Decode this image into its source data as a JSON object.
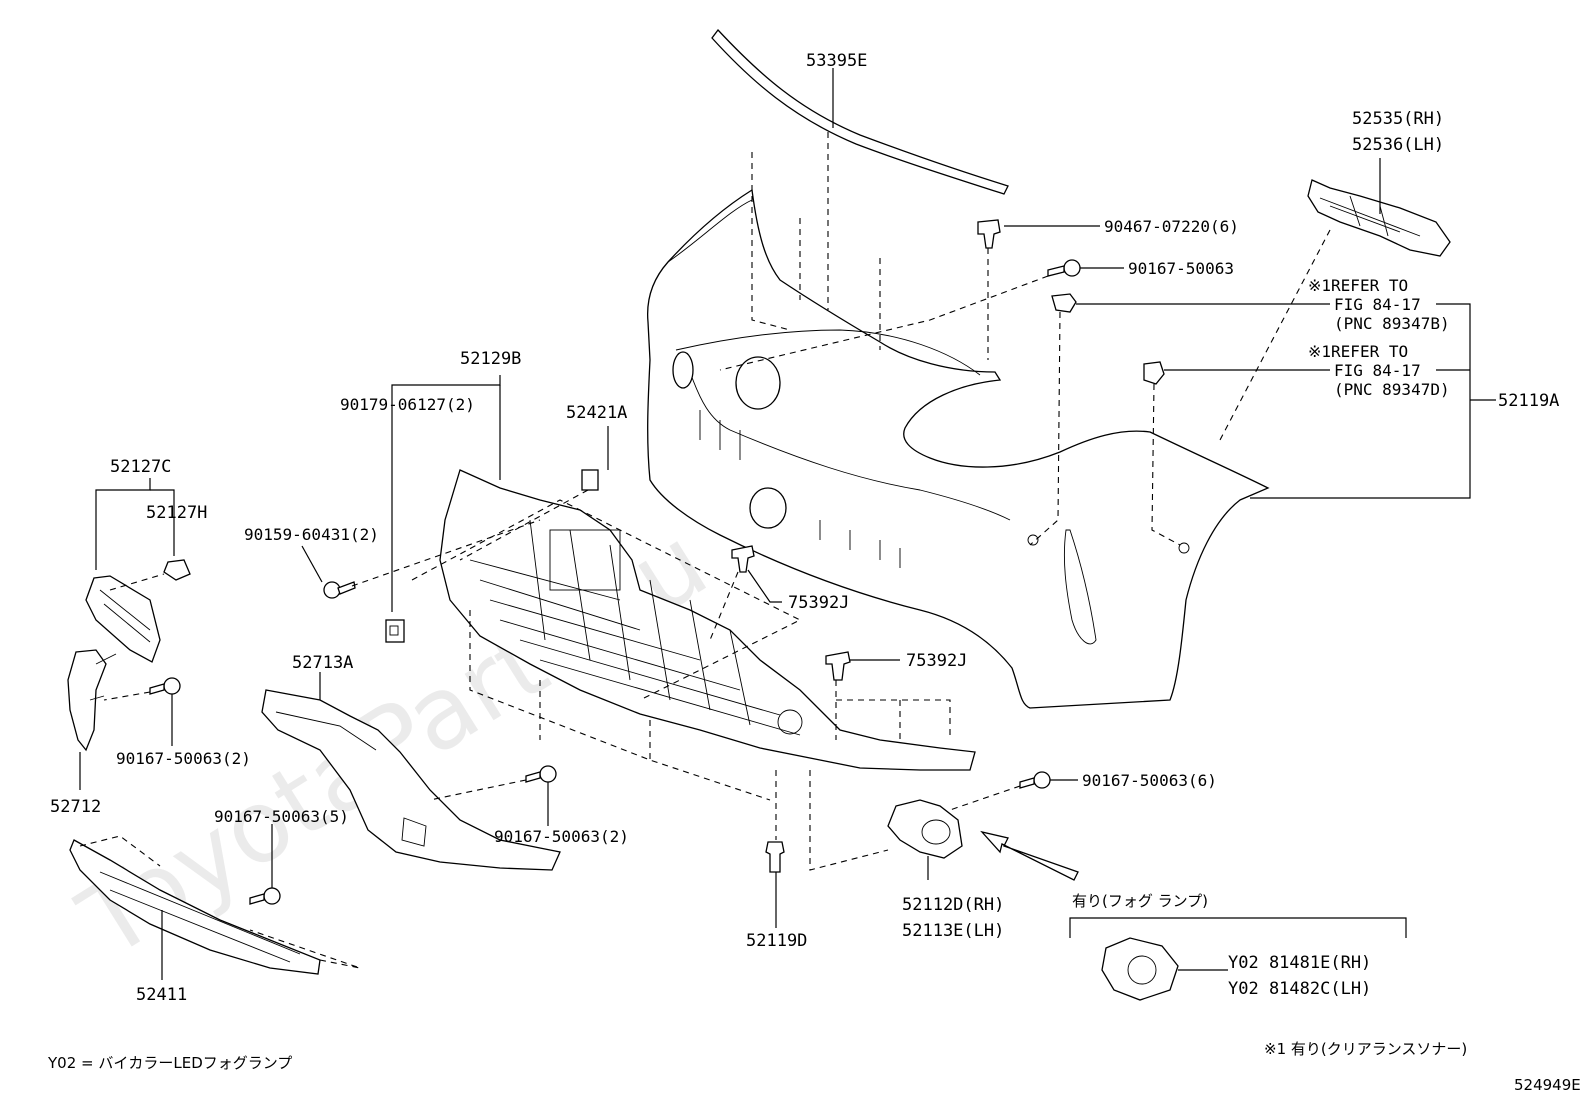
{
  "watermark": "ToyotaParts.ru",
  "labels": {
    "p53395E": "53395E",
    "p52535": "52535(RH)",
    "p52536": "52536(LH)",
    "p90467": "90467-07220(6)",
    "p90167_top": "90167-50063",
    "ref1_a": "※1REFER TO",
    "ref1_b": "FIG 84-17",
    "ref1_c": "(PNC 89347B)",
    "ref2_a": "※1REFER TO",
    "ref2_b": "FIG 84-17",
    "ref2_c": "(PNC 89347D)",
    "p52119A": "52119A",
    "p52129B": "52129B",
    "p90179": "90179-06127(2)",
    "p52421A": "52421A",
    "p52127C": "52127C",
    "p52127H": "52127H",
    "p90159": "90159-60431(2)",
    "p75392J_a": "75392J",
    "p75392J_b": "75392J",
    "p52713A": "52713A",
    "p90167_2a": "90167-50063(2)",
    "p52712": "52712",
    "p90167_5": "90167-50063(5)",
    "p90167_2b": "90167-50063(2)",
    "p90167_6": "90167-50063(6)",
    "p52411": "52411",
    "p52119D": "52119D",
    "p52112D": "52112D(RH)",
    "p52113E": "52113E(LH)",
    "fog_note": "有り(フォグ ランプ)",
    "y02_a": "Y02 81481E(RH)",
    "y02_b": "Y02 81482C(LH)",
    "legend_y02": "Y02 = バイカラーLEDフォグランプ",
    "legend_ref": "※1 有り(クリアランスソナー)",
    "diagram_id": "524949E"
  }
}
